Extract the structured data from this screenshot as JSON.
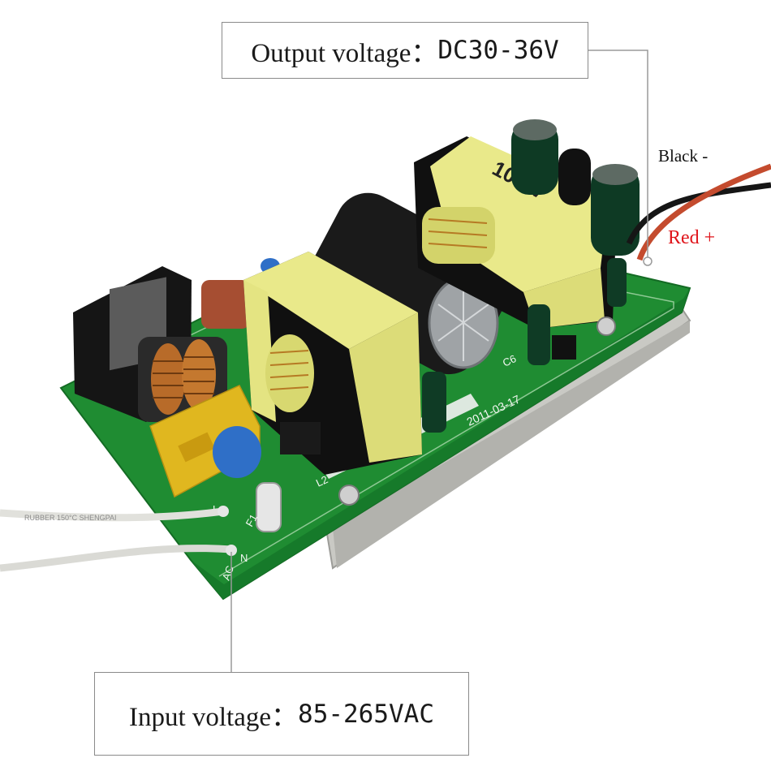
{
  "output_callout": {
    "label": "Output voltage：",
    "value": "DC30-36V"
  },
  "input_callout": {
    "label": "Input voltage：",
    "value": "85-265VAC"
  },
  "wire_labels": {
    "black": "Black -",
    "red": "Red +"
  },
  "board_markings": {
    "transformer_rating": "100W",
    "date_code": "2011-03-17",
    "capacitor_ref": "C6",
    "fuse_ref": "F1",
    "terminal_l": "L",
    "terminal_n": "N",
    "terminal_ac": "AC",
    "inductor_ref": "L2",
    "cable_print": "RUBBER   150°C   SHENGPAI"
  },
  "colors": {
    "pcb_green": "#1f8c32",
    "transformer_yellow": "#e9e98a",
    "red_label": "#e0151b",
    "heatsink": "#c9c9c4"
  }
}
